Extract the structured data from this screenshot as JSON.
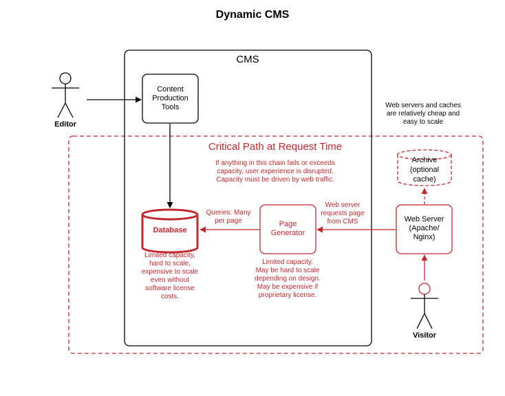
{
  "title": "Dynamic CMS",
  "cms_label": "CMS",
  "critical_path": {
    "label": "Critical Path at Request Time",
    "note": [
      "If anything in this chain fails or exceeds",
      "capacity, user experience is disrupted.",
      "Capacity must be driven by web traffic."
    ]
  },
  "editor": {
    "label": "Editor"
  },
  "visitor": {
    "label": "Visitor"
  },
  "content_tools": {
    "lines": [
      "Content",
      "Production",
      "Tools"
    ]
  },
  "database": {
    "label": "Database",
    "note": [
      "Limited capacity,",
      "hard to scale,",
      "expensive to scale",
      "even without",
      "software license",
      "costs."
    ]
  },
  "page_generator": {
    "lines": [
      "Page",
      "Generator"
    ],
    "note": [
      "Limited capacity.",
      "May be hard to scale",
      "depending on design.",
      "May be expensive if",
      "proprietary license."
    ]
  },
  "web_server": {
    "lines": [
      "Web Server",
      "(Apache/",
      "Nginx)"
    ]
  },
  "archive": {
    "lines": [
      "Archive",
      "(optional",
      "cache)"
    ]
  },
  "scale_note": [
    "Web servers and caches",
    "are relatively cheap and",
    "easy to scale"
  ],
  "queries_label": [
    "Queries: Many",
    "per page"
  ],
  "requests_label": [
    "Web server",
    "requests page",
    "from CMS"
  ],
  "colors": {
    "accent": "#c1272d",
    "ink": "#000000"
  }
}
